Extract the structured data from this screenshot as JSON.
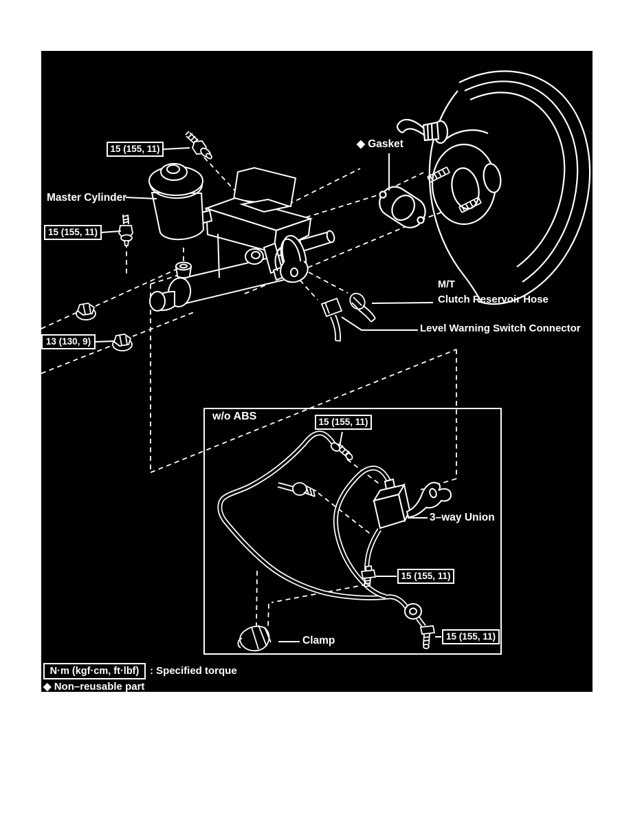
{
  "page": {
    "background": "#ffffff"
  },
  "panel": {
    "background": "#000000",
    "line_color": "#ffffff"
  },
  "labels": {
    "master_cylinder": "Master Cylinder",
    "gasket": "◆ Gasket",
    "mt_line1": "M/T",
    "mt_line2": "Clutch Reservoir Hose",
    "level_warning": "Level Warning Switch Connector",
    "wo_abs": "w/o ABS",
    "three_way_union": "3–way Union",
    "clamp": "Clamp"
  },
  "torque": {
    "t15": "15 (155, 11)",
    "t13": "13 (130, 9)"
  },
  "legend": {
    "unit_box": "N·m (kgf·cm, ft·lbf)",
    "specified": ": Specified torque",
    "non_reusable": "◆ Non–reusable part"
  }
}
